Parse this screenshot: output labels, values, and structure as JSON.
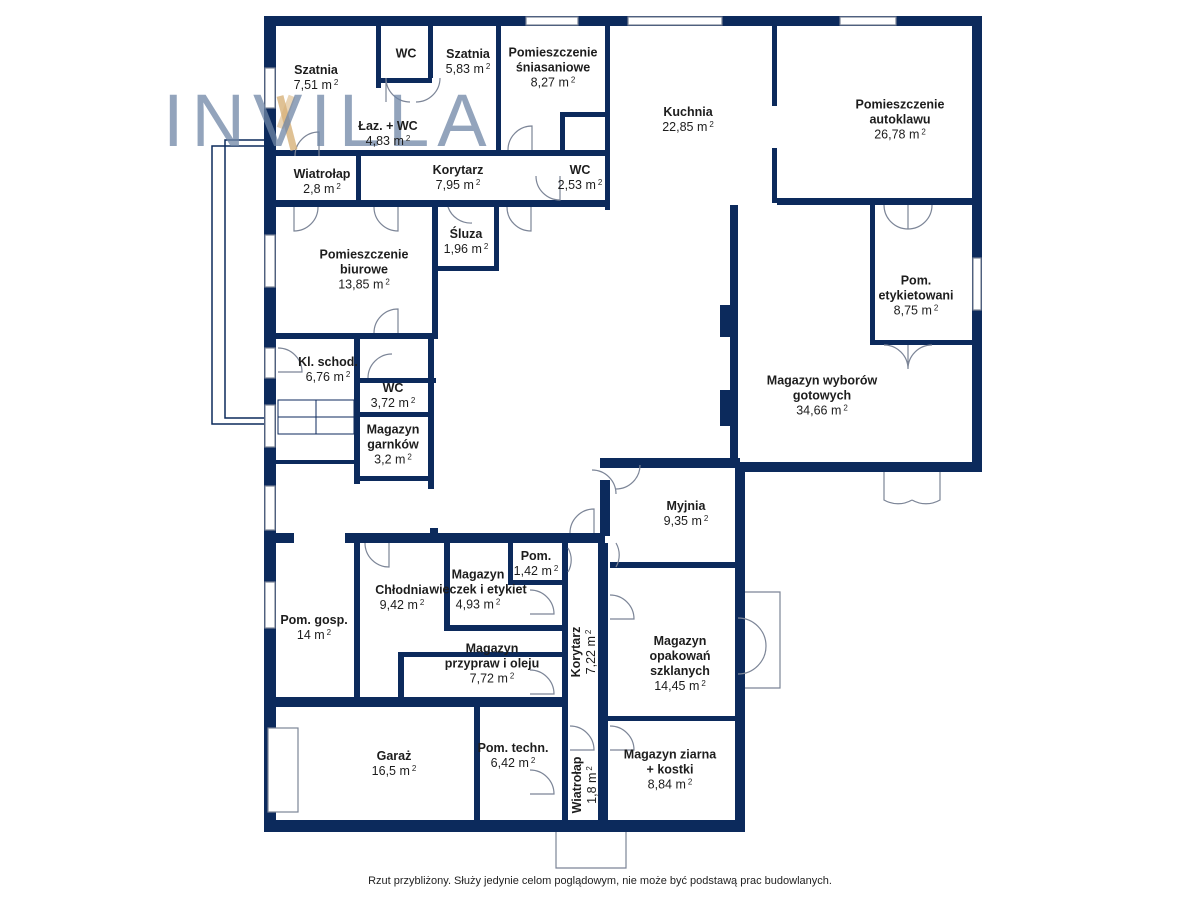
{
  "logo": {
    "text": "INVILLA"
  },
  "colors": {
    "wall": "#0c2a5c",
    "logo": "#6f86a6",
    "accent": "#d8b27a"
  },
  "rooms": [
    {
      "key": "szatnia1",
      "name": "Szatnia",
      "area": "7,51 m"
    },
    {
      "key": "wc1",
      "name": "WC",
      "area": ""
    },
    {
      "key": "szatnia2",
      "name": "Szatnia",
      "area": "5,83 m"
    },
    {
      "key": "sniadaniowe",
      "name": "Pomieszczenie śniasaniowe",
      "area": "8,27 m"
    },
    {
      "key": "kuchnia",
      "name": "Kuchnia",
      "area": "22,85 m"
    },
    {
      "key": "autoklaw",
      "name": "Pomieszczenie autoklawu",
      "area": "26,78 m"
    },
    {
      "key": "laz",
      "name": "Łaz. + WC",
      "area": "4,83 m"
    },
    {
      "key": "wiatrolap1",
      "name": "Wiatrołap",
      "area": "2,8 m"
    },
    {
      "key": "korytarz1",
      "name": "Korytarz",
      "area": "7,95 m"
    },
    {
      "key": "wc2",
      "name": "WC",
      "area": "2,53 m"
    },
    {
      "key": "sluza",
      "name": "Śluza",
      "area": "1,96 m"
    },
    {
      "key": "biurowe",
      "name": "Pomieszczenie biurowe",
      "area": "13,85 m"
    },
    {
      "key": "etykiet",
      "name": "Pom. etykietowani",
      "area": "8,75 m"
    },
    {
      "key": "klatka",
      "name": "Kl. schod.",
      "area": "6,76 m"
    },
    {
      "key": "wc3",
      "name": "WC",
      "area": "3,72 m"
    },
    {
      "key": "wyborow",
      "name": "Magazyn wyborów gotowych",
      "area": "34,66 m"
    },
    {
      "key": "garnkow",
      "name": "Magazyn garnków",
      "area": "3,2 m"
    },
    {
      "key": "myjnia",
      "name": "Myjnia",
      "area": "9,35 m"
    },
    {
      "key": "pom142",
      "name": "Pom.",
      "area": "1,42 m"
    },
    {
      "key": "wieczek",
      "name": "Magazyn wieczek i etykiet",
      "area": "4,93 m"
    },
    {
      "key": "chlodnia",
      "name": "Chłodnia",
      "area": "9,42 m"
    },
    {
      "key": "gosp",
      "name": "Pom. gosp.",
      "area": "14 m"
    },
    {
      "key": "przypraw",
      "name": "Magazyn przypraw i oleju",
      "area": "7,72 m"
    },
    {
      "key": "korytarz2",
      "name": "Korytarz",
      "area": "7,22 m"
    },
    {
      "key": "opakowan",
      "name": "Magazyn opakowań szklanych",
      "area": "14,45 m"
    },
    {
      "key": "garaz",
      "name": "Garaż",
      "area": "16,5 m"
    },
    {
      "key": "techn",
      "name": "Pom. techn.",
      "area": "6,42 m"
    },
    {
      "key": "wiatrolap2",
      "name": "Wiatrołap",
      "area": "1,8 m"
    },
    {
      "key": "ziarna",
      "name": "Magazyn ziarna + kostki",
      "area": "8,84 m"
    }
  ],
  "area_unit_sup": "2",
  "footnote": "Rzut przybliżony. Służy jedynie celom poglądowym, nie może być podstawą prac budowlanych."
}
